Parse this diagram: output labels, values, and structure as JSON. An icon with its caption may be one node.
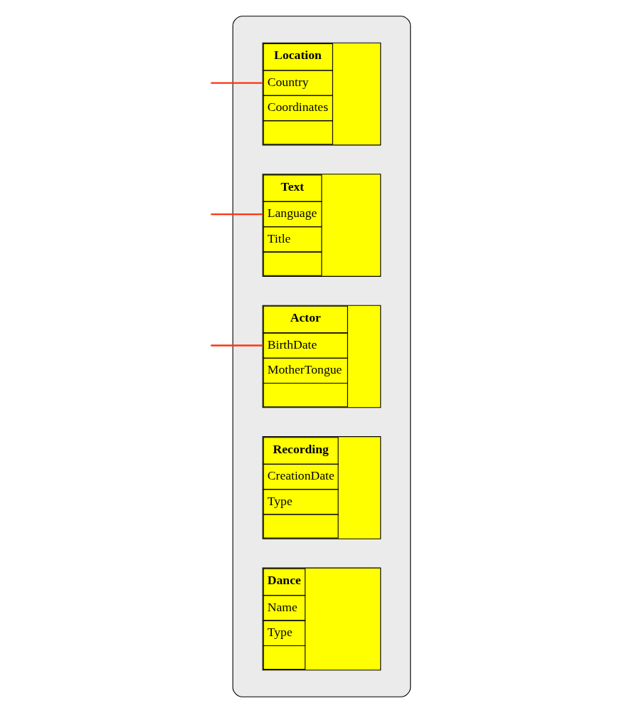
{
  "diagram": {
    "nodes": [
      {
        "text": [],
        "shape": "ellipse"
      },
      {
        "text": [
          "Location",
          "Country",
          "Coordinates"
        ],
        "in": 0
      },
      {
        "text": [
          "Text",
          "Language",
          "Title"
        ],
        "in": 0
      },
      {
        "text": [
          "Actor",
          "BirthDate",
          "MotherTongue"
        ],
        "in": 0
      },
      {
        "text": [
          "Recording",
          "CreationDate",
          "Type"
        ],
        "in": 0
      },
      {
        "text": [
          "Dance",
          "Name",
          "Type"
        ],
        "in": 0
      }
    ],
    "edges": [
      {
        "from": null,
        "to": 1,
        "arrow": "none",
        "color": "#ff3311"
      },
      {
        "from": null,
        "to": 2,
        "arrow": "none",
        "color": "#ff3311"
      },
      {
        "from": null,
        "to": 3,
        "arrow": "none",
        "color": "#ff3311"
      }
    ]
  }
}
